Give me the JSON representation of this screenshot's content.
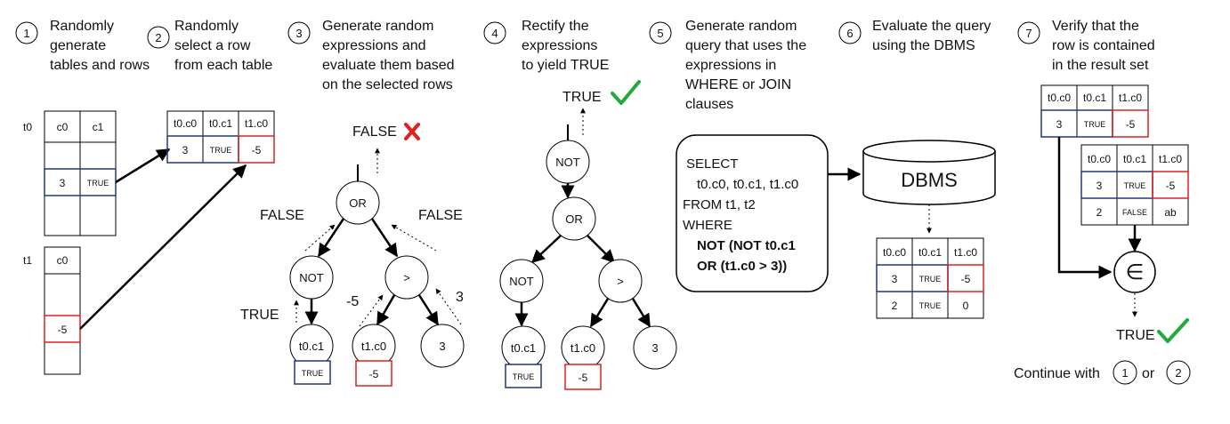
{
  "steps": [
    {
      "num": "1",
      "lines": [
        "Randomly",
        "generate",
        "tables and rows"
      ]
    },
    {
      "num": "2",
      "lines": [
        "Randomly",
        "select a row",
        "from each table"
      ]
    },
    {
      "num": "3",
      "lines": [
        "Generate random",
        "expressions and",
        "evaluate them based",
        "on the selected rows"
      ]
    },
    {
      "num": "4",
      "lines": [
        "Rectify the",
        "expressions",
        "to yield TRUE"
      ]
    },
    {
      "num": "5",
      "lines": [
        "Generate random",
        "query that uses the",
        "expressions in",
        "WHERE or JOIN",
        "clauses"
      ]
    },
    {
      "num": "6",
      "lines": [
        "Evaluate the query",
        "using the DBMS"
      ]
    },
    {
      "num": "7",
      "lines": [
        "Verify that the",
        "row is contained",
        "in the result set"
      ]
    }
  ],
  "tables": {
    "t0_name": "t0",
    "t0_headers": [
      "c0",
      "c1"
    ],
    "t0_row": [
      "3",
      "TRUE"
    ],
    "t1_name": "t1",
    "t1_header": "c0",
    "t1_row": "-5"
  },
  "selected": {
    "headers": [
      "t0.c0",
      "t0.c1",
      "t1.c0"
    ],
    "row": [
      "3",
      "TRUE",
      "-5"
    ]
  },
  "expr_tree": {
    "root": "OR",
    "not": "NOT",
    "gt": "&gt;",
    "col_a": "t0.c1",
    "col_b": "t1.c0",
    "const": "3",
    "result": "FALSE",
    "left_label": "FALSE",
    "right_label": "FALSE",
    "not_label": "TRUE",
    "gt_left_label": "-5",
    "gt_right_label": "3",
    "val_a": "TRUE",
    "val_b": "-5"
  },
  "rectified": {
    "top": "NOT",
    "result": "TRUE"
  },
  "query": {
    "lines": [
      "SELECT",
      "t0.c0, t0.c1, t1.c0",
      "FROM t1, t2",
      "WHERE"
    ],
    "bold_lines": [
      "NOT (NOT t0.c1",
      "OR (t1.c0 > 3))"
    ]
  },
  "dbms": {
    "label": "DBMS",
    "headers": [
      "t0.c0",
      "t0.c1",
      "t1.c0"
    ],
    "rows": [
      [
        "3",
        "TRUE",
        "-5"
      ],
      [
        "2",
        "TRUE",
        "0"
      ]
    ]
  },
  "verify": {
    "pivot_headers": [
      "t0.c0",
      "t0.c1",
      "t1.c0"
    ],
    "pivot_row": [
      "3",
      "TRUE",
      "-5"
    ],
    "result_headers": [
      "t0.c0",
      "t0.c1",
      "t1.c0"
    ],
    "result_rows": [
      [
        "3",
        "TRUE",
        "-5"
      ],
      [
        "2",
        "FALSE",
        "ab"
      ]
    ],
    "symbol": "∈",
    "result": "TRUE",
    "continue_text": "Continue with",
    "or_text": "or",
    "circle_a": "1",
    "circle_b": "2"
  },
  "colors": {
    "blue": "#1f3a7a",
    "red": "#e02020",
    "green": "#22aa3a",
    "line": "#000000"
  }
}
